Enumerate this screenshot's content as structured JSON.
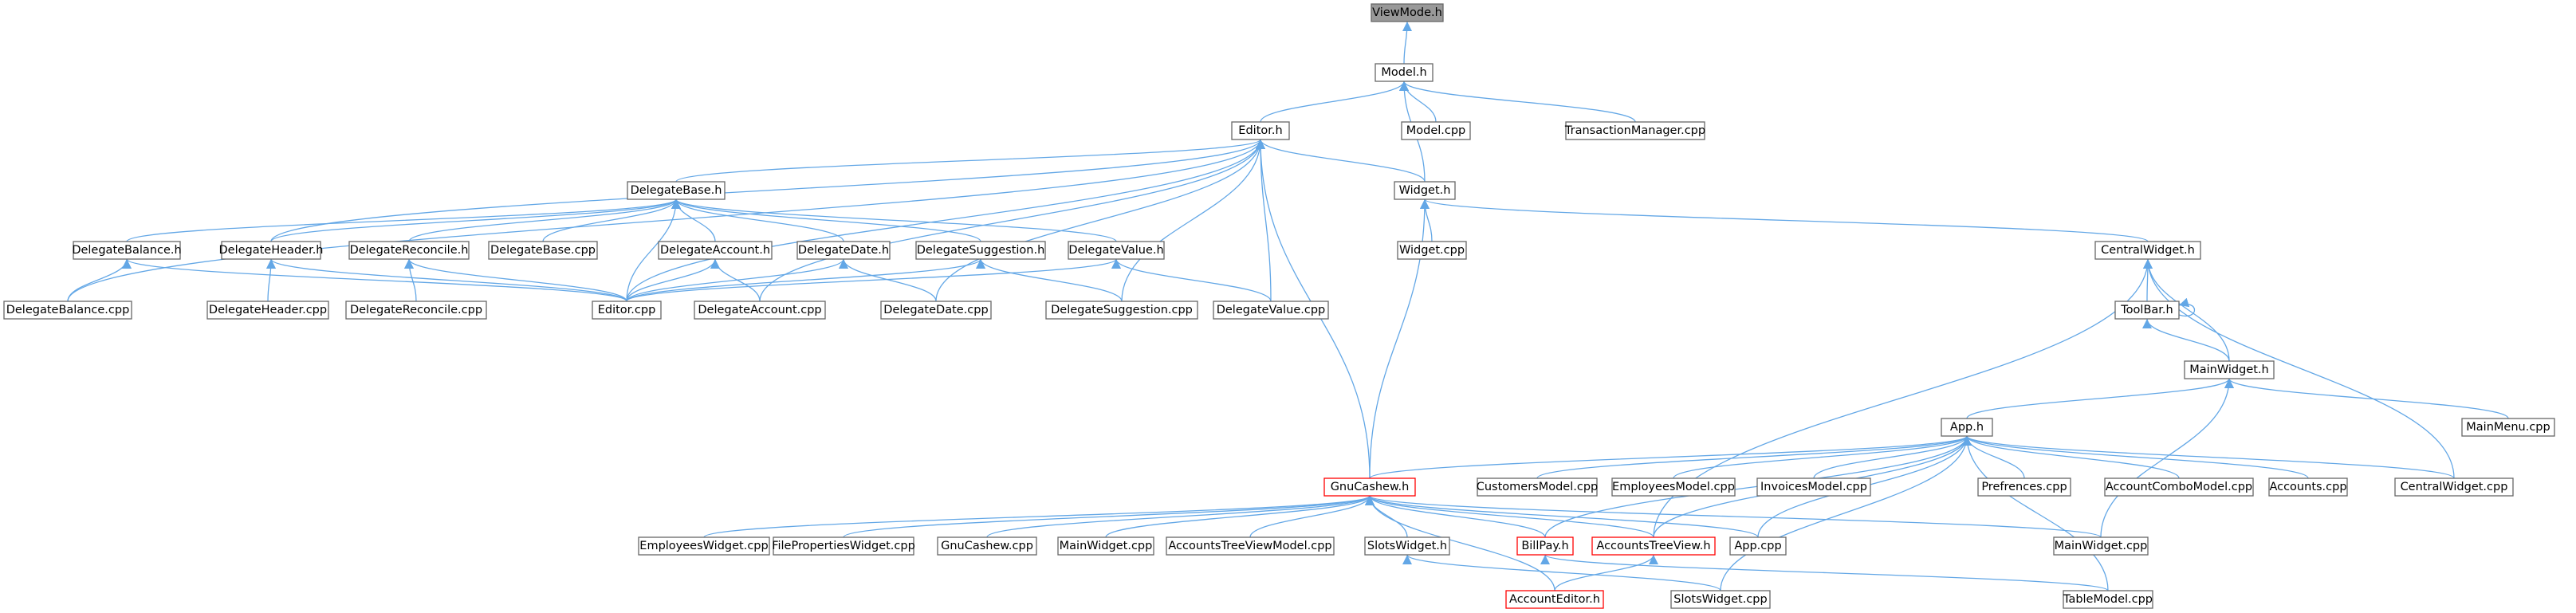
{
  "colors": {
    "edge": "#63a7e6",
    "node_border": "#666666",
    "node_fill": "#ffffff",
    "root_fill": "#999999",
    "root_border": "#666666",
    "highlight_border": "#ff0000"
  },
  "nodes": {
    "viewmode_h": {
      "label": "ViewMode.h",
      "style": "root"
    },
    "model_h": {
      "label": "Model.h",
      "style": "normal"
    },
    "editor_h": {
      "label": "Editor.h",
      "style": "normal"
    },
    "model_cpp": {
      "label": "Model.cpp",
      "style": "normal"
    },
    "transactionmanager_cpp": {
      "label": "TransactionManager.cpp",
      "style": "normal"
    },
    "delegatebase_h": {
      "label": "DelegateBase.h",
      "style": "normal"
    },
    "widget_h": {
      "label": "Widget.h",
      "style": "normal"
    },
    "delegatebalance_h": {
      "label": "DelegateBalance.h",
      "style": "normal"
    },
    "delegateheader_h": {
      "label": "DelegateHeader.h",
      "style": "normal"
    },
    "delegatereconcile_h": {
      "label": "DelegateReconcile.h",
      "style": "normal"
    },
    "delegatebase_cpp": {
      "label": "DelegateBase.cpp",
      "style": "normal"
    },
    "delegateaccount_h": {
      "label": "DelegateAccount.h",
      "style": "normal"
    },
    "delegatedate_h": {
      "label": "DelegateDate.h",
      "style": "normal"
    },
    "delegatesuggestion_h": {
      "label": "DelegateSuggestion.h",
      "style": "normal"
    },
    "delegatevalue_h": {
      "label": "DelegateValue.h",
      "style": "normal"
    },
    "widget_cpp": {
      "label": "Widget.cpp",
      "style": "normal"
    },
    "centralwidget_h": {
      "label": "CentralWidget.h",
      "style": "normal"
    },
    "delegatebalance_cpp": {
      "label": "DelegateBalance.cpp",
      "style": "normal"
    },
    "delegateheader_cpp": {
      "label": "DelegateHeader.cpp",
      "style": "normal"
    },
    "delegatereconcile_cpp": {
      "label": "DelegateReconcile.cpp",
      "style": "normal"
    },
    "editor_cpp": {
      "label": "Editor.cpp",
      "style": "normal"
    },
    "delegateaccount_cpp": {
      "label": "DelegateAccount.cpp",
      "style": "normal"
    },
    "delegatedate_cpp": {
      "label": "DelegateDate.cpp",
      "style": "normal"
    },
    "delegatesuggestion_cpp": {
      "label": "DelegateSuggestion.cpp",
      "style": "normal"
    },
    "delegatevalue_cpp": {
      "label": "DelegateValue.cpp",
      "style": "normal"
    },
    "toolbar_h": {
      "label": "ToolBar.h",
      "style": "normal"
    },
    "mainwidget_h": {
      "label": "MainWidget.h",
      "style": "normal"
    },
    "app_h": {
      "label": "App.h",
      "style": "normal"
    },
    "mainmenu_cpp": {
      "label": "MainMenu.cpp",
      "style": "normal"
    },
    "gnucashew_h": {
      "label": "GnuCashew.h",
      "style": "highlight"
    },
    "customersmodel_cpp": {
      "label": "CustomersModel.cpp",
      "style": "normal"
    },
    "employeesmodel_cpp": {
      "label": "EmployeesModel.cpp",
      "style": "normal"
    },
    "invoicesmodel_cpp": {
      "label": "InvoicesModel.cpp",
      "style": "normal"
    },
    "prefrences_cpp": {
      "label": "Prefrences.cpp",
      "style": "normal"
    },
    "accountcombomodel_cpp": {
      "label": "AccountComboModel.cpp",
      "style": "normal"
    },
    "accounts_cpp": {
      "label": "Accounts.cpp",
      "style": "normal"
    },
    "centralwidget_cpp": {
      "label": "CentralWidget.cpp",
      "style": "normal"
    },
    "employeeswidget_cpp": {
      "label": "EmployeesWidget.cpp",
      "style": "normal"
    },
    "filepropertieswidget_cpp": {
      "label": "FilePropertiesWidget.cpp",
      "style": "normal"
    },
    "gnucashew_cpp": {
      "label": "GnuCashew.cpp",
      "style": "normal"
    },
    "mainwidget_cpp_a": {
      "label": "MainWidget.cpp",
      "style": "normal"
    },
    "accountstreeviewmodel_cpp": {
      "label": "AccountsTreeViewModel.cpp",
      "style": "normal"
    },
    "slotswidget_h": {
      "label": "SlotsWidget.h",
      "style": "normal"
    },
    "billpay_h": {
      "label": "BillPay.h",
      "style": "highlight"
    },
    "accountstreeview_h": {
      "label": "AccountsTreeView.h",
      "style": "highlight"
    },
    "app_cpp": {
      "label": "App.cpp",
      "style": "normal"
    },
    "mainwidget_cpp_b": {
      "label": "MainWidget.cpp",
      "style": "normal"
    },
    "accounteditor_h": {
      "label": "AccountEditor.h",
      "style": "highlight"
    },
    "slotswidget_cpp": {
      "label": "SlotsWidget.cpp",
      "style": "normal"
    },
    "tablemodel_cpp": {
      "label": "TableModel.cpp",
      "style": "normal"
    }
  },
  "edges": [
    [
      "viewmode_h",
      "model_h"
    ],
    [
      "model_h",
      "editor_h"
    ],
    [
      "model_h",
      "model_cpp"
    ],
    [
      "model_h",
      "transactionmanager_cpp"
    ],
    [
      "model_h",
      "widget_h"
    ],
    [
      "editor_h",
      "delegatebase_h"
    ],
    [
      "editor_h",
      "widget_h"
    ],
    [
      "editor_h",
      "gnucashew_h"
    ],
    [
      "editor_h",
      "delegatebalance_cpp"
    ],
    [
      "editor_h",
      "delegateheader_h"
    ],
    [
      "editor_h",
      "editor_cpp"
    ],
    [
      "editor_h",
      "delegateaccount_cpp"
    ],
    [
      "editor_h",
      "delegatedate_cpp"
    ],
    [
      "editor_h",
      "delegatesuggestion_cpp"
    ],
    [
      "editor_h",
      "delegatevalue_cpp"
    ],
    [
      "delegatebase_h",
      "delegatebalance_h"
    ],
    [
      "delegatebase_h",
      "delegateheader_h"
    ],
    [
      "delegatebase_h",
      "delegatereconcile_h"
    ],
    [
      "delegatebase_h",
      "delegatebase_cpp"
    ],
    [
      "delegatebase_h",
      "delegateaccount_h"
    ],
    [
      "delegatebase_h",
      "delegatedate_h"
    ],
    [
      "delegatebase_h",
      "delegatesuggestion_h"
    ],
    [
      "delegatebase_h",
      "delegatevalue_h"
    ],
    [
      "delegatebase_h",
      "editor_cpp"
    ],
    [
      "delegatebalance_h",
      "delegatebalance_cpp"
    ],
    [
      "delegatebalance_h",
      "editor_cpp"
    ],
    [
      "delegateheader_h",
      "delegateheader_cpp"
    ],
    [
      "delegateheader_h",
      "editor_cpp"
    ],
    [
      "delegatereconcile_h",
      "delegatereconcile_cpp"
    ],
    [
      "delegatereconcile_h",
      "editor_cpp"
    ],
    [
      "delegateaccount_h",
      "delegateaccount_cpp"
    ],
    [
      "delegateaccount_h",
      "editor_cpp"
    ],
    [
      "delegatedate_h",
      "delegatedate_cpp"
    ],
    [
      "delegatedate_h",
      "editor_cpp"
    ],
    [
      "delegatesuggestion_h",
      "delegatesuggestion_cpp"
    ],
    [
      "delegatesuggestion_h",
      "editor_cpp"
    ],
    [
      "delegatevalue_h",
      "delegatevalue_cpp"
    ],
    [
      "delegatevalue_h",
      "editor_cpp"
    ],
    [
      "widget_h",
      "widget_cpp"
    ],
    [
      "widget_h",
      "centralwidget_h"
    ],
    [
      "widget_h",
      "gnucashew_h"
    ],
    [
      "centralwidget_h",
      "toolbar_h"
    ],
    [
      "centralwidget_h",
      "mainwidget_h"
    ],
    [
      "centralwidget_h",
      "centralwidget_cpp"
    ],
    [
      "centralwidget_h",
      "accountstreeview_h"
    ],
    [
      "toolbar_h",
      "toolbar_h"
    ],
    [
      "toolbar_h",
      "mainwidget_h"
    ],
    [
      "mainwidget_h",
      "app_h"
    ],
    [
      "mainwidget_h",
      "mainmenu_cpp"
    ],
    [
      "mainwidget_h",
      "mainwidget_cpp_b"
    ],
    [
      "app_h",
      "gnucashew_h"
    ],
    [
      "app_h",
      "customersmodel_cpp"
    ],
    [
      "app_h",
      "employeesmodel_cpp"
    ],
    [
      "app_h",
      "invoicesmodel_cpp"
    ],
    [
      "app_h",
      "prefrences_cpp"
    ],
    [
      "app_h",
      "accountcombomodel_cpp"
    ],
    [
      "app_h",
      "accounts_cpp"
    ],
    [
      "app_h",
      "centralwidget_cpp"
    ],
    [
      "app_h",
      "app_cpp"
    ],
    [
      "app_h",
      "slotswidget_cpp"
    ],
    [
      "app_h",
      "tablemodel_cpp"
    ],
    [
      "app_h",
      "billpay_h"
    ],
    [
      "app_h",
      "accountstreeview_h"
    ],
    [
      "gnucashew_h",
      "employeeswidget_cpp"
    ],
    [
      "gnucashew_h",
      "filepropertieswidget_cpp"
    ],
    [
      "gnucashew_h",
      "gnucashew_cpp"
    ],
    [
      "gnucashew_h",
      "mainwidget_cpp_a"
    ],
    [
      "gnucashew_h",
      "accountstreeviewmodel_cpp"
    ],
    [
      "gnucashew_h",
      "slotswidget_h"
    ],
    [
      "gnucashew_h",
      "billpay_h"
    ],
    [
      "gnucashew_h",
      "accountstreeview_h"
    ],
    [
      "gnucashew_h",
      "app_cpp"
    ],
    [
      "gnucashew_h",
      "mainwidget_cpp_b"
    ],
    [
      "gnucashew_h",
      "accounteditor_h"
    ],
    [
      "slotswidget_h",
      "slotswidget_cpp"
    ],
    [
      "billpay_h",
      "tablemodel_cpp"
    ],
    [
      "accountstreeview_h",
      "accounteditor_h"
    ]
  ]
}
